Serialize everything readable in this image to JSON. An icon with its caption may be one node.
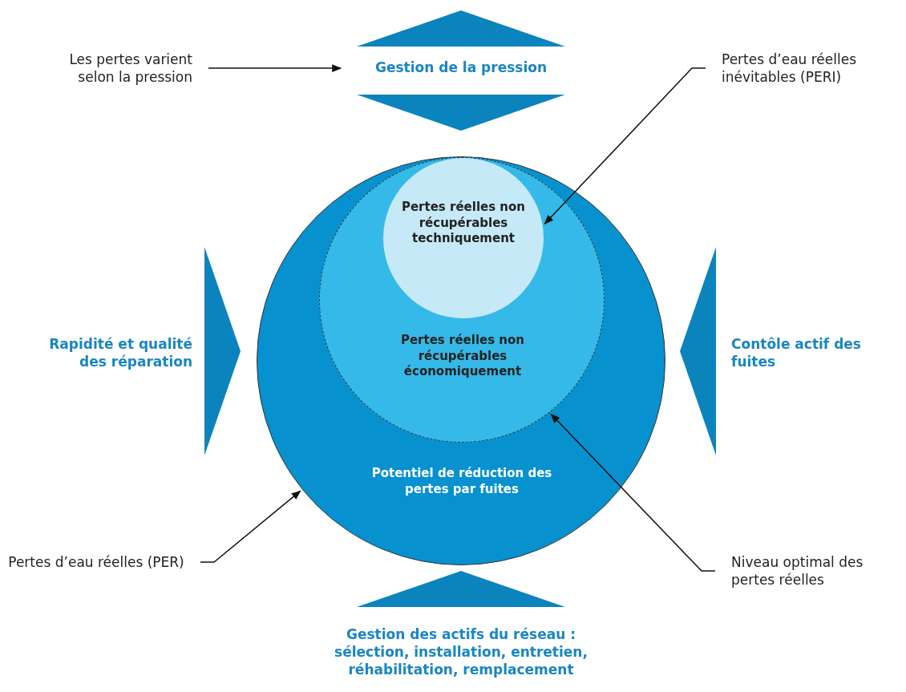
{
  "diagram": {
    "nodes": [
      {
        "text": [
          "Potentiel de réduction des pertes par fuites"
        ]
      },
      {
        "text": [
          "Pertes réelles non récupérables économiquement"
        ],
        "in": 0
      },
      {
        "text": [
          "Pertes réelles non récupérables techniquement"
        ],
        "in": 1
      },
      {
        "text": [
          "Gestion de la pression"
        ]
      },
      {
        "text": [
          "Rapidité et qualité des réparation"
        ]
      },
      {
        "text": [
          "Contôle actif des fuites"
        ]
      },
      {
        "text": [
          "Gestion des actifs du réseau : sélection, installation, entretien, réhabilitation, remplacement"
        ]
      },
      {
        "text": [
          "Les pertes varient selon la pression"
        ]
      },
      {
        "text": [
          "Pertes d’eau réelles inévitables (PERI)"
        ]
      },
      {
        "text": [
          "Pertes d’eau réelles (PER)"
        ]
      },
      {
        "text": [
          "Niveau optimal des pertes réelles"
        ]
      },
      {
        "text": [],
        "shape": "triangle"
      },
      {
        "text": [],
        "shape": "triangle"
      },
      {
        "text": [],
        "shape": "triangle"
      },
      {
        "text": [],
        "shape": "triangle"
      },
      {
        "text": [],
        "shape": "triangle"
      }
    ],
    "edges": [
      {
        "from": 7,
        "to": 3,
        "arrow": "to"
      },
      {
        "from": 8,
        "to": 2,
        "arrow": "to"
      },
      {
        "from": 9,
        "to": 0,
        "arrow": "to"
      },
      {
        "from": 10,
        "to": 1,
        "arrow": "to"
      }
    ]
  }
}
